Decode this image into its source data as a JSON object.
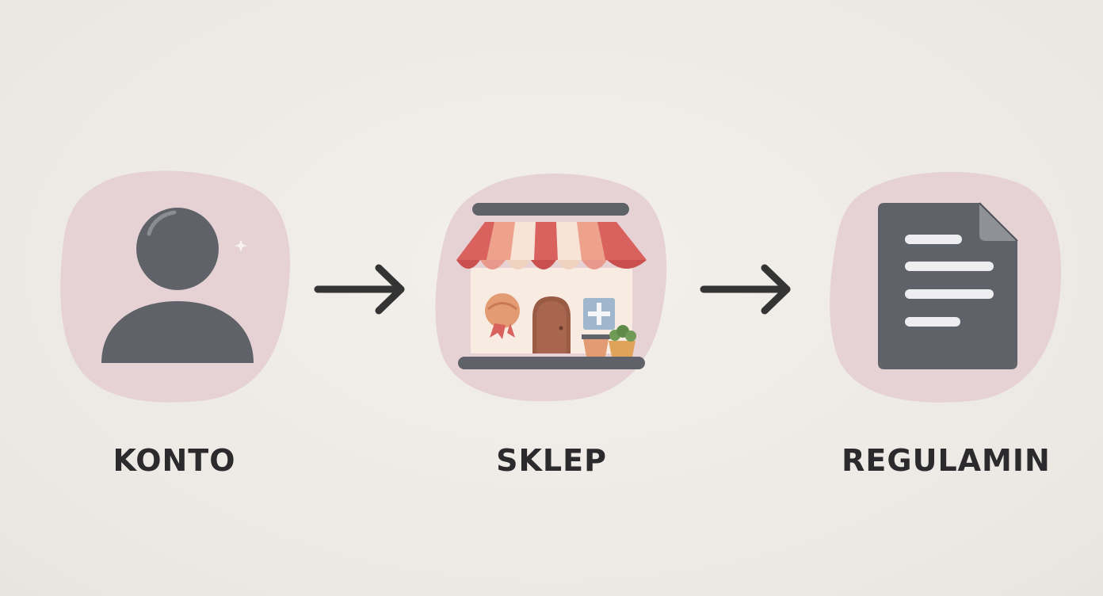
{
  "steps": [
    {
      "id": "konto",
      "label": "KONTO",
      "icon": "user-icon"
    },
    {
      "id": "sklep",
      "label": "SKLEP",
      "icon": "storefront-icon"
    },
    {
      "id": "regulamin",
      "label": "REGULAMIN",
      "icon": "document-icon"
    }
  ],
  "connectors": [
    {
      "from": "konto",
      "to": "sklep",
      "icon": "arrow-right-icon"
    },
    {
      "from": "sklep",
      "to": "regulamin",
      "icon": "arrow-right-icon"
    }
  ],
  "colors": {
    "background": "#efece8",
    "blob": "#e6d2d5",
    "icon_dark": "#5f6369",
    "arrow": "#343434",
    "text": "#2b2b2d",
    "awning_red": "#d9625f",
    "awning_peach": "#f2c6ad",
    "door": "#9a5b45"
  }
}
